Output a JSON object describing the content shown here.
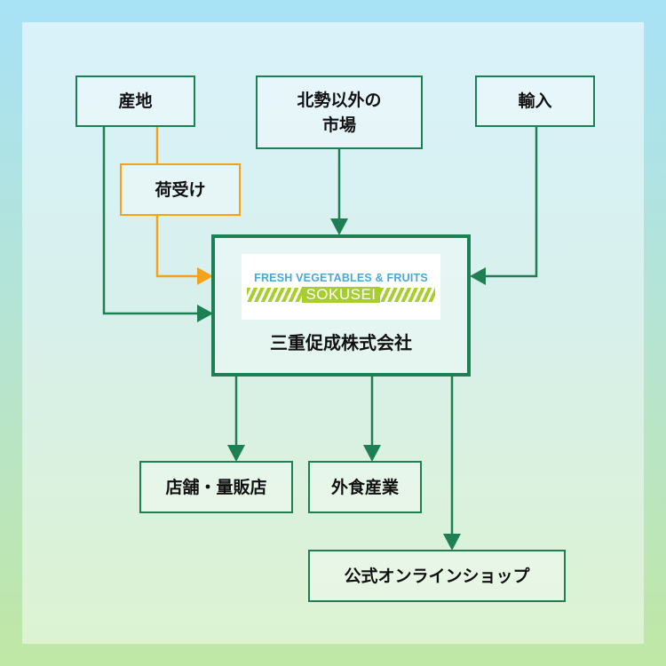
{
  "nodes": {
    "sanchi": "産地",
    "hokusei": "北勢以外の\n市場",
    "yunyu": "輸入",
    "niuke": "荷受け",
    "company": "三重促成株式会社",
    "tenpo": "店舗・量販店",
    "gaishoku": "外食産業",
    "shop": "公式オンラインショップ"
  },
  "logo": {
    "top": "FRESH VEGETABLES & FRUITS",
    "name": "SOKUSEI"
  },
  "colors": {
    "green": "#1e7f54",
    "orange": "#f3a21a"
  }
}
